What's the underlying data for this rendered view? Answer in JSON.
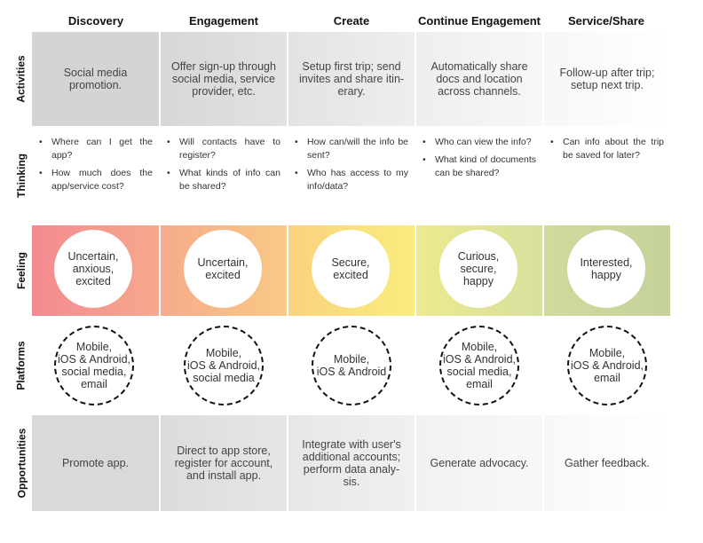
{
  "columns": [
    "Discovery",
    "Engagement",
    "Create",
    "Continue Engagement",
    "Service/Share"
  ],
  "rows": {
    "activities": "Activities",
    "thinking": "Thinking",
    "feeling": "Feeling",
    "platforms": "Platforms",
    "opportunities": "Opportunities"
  },
  "activities": [
    "Social media\npromotion.",
    "Offer sign-up through\nsocial media, service\nprovider, etc.",
    "Setup first trip; send\ninvites and share itin-\nerary.",
    "Automatically share\ndocs and location\nacross channels.",
    "Follow-up after trip;\nsetup next trip."
  ],
  "thinking": [
    [
      "Where can I get the app?",
      "How much does the app/service cost?"
    ],
    [
      "Will contacts have to register?",
      "What kinds of info can be shared?"
    ],
    [
      "How can/will the info be sent?",
      "Who has access to my info/data?"
    ],
    [
      "Who can view the info?",
      "What kind of documents can be shared?"
    ],
    [
      "Can info about the trip be saved for later?"
    ]
  ],
  "feeling": [
    "Uncertain,\nanxious,\nexcited",
    "Uncertain,\nexcited",
    "Secure,\nexcited",
    "Curious,\nsecure,\nhappy",
    "Interested,\nhappy"
  ],
  "platforms": [
    "Mobile,\niOS & Android,\nsocial media,\nemail",
    "Mobile,\niOS & Android,\nsocial media",
    "Mobile,\niOS & Android",
    "Mobile,\niOS & Android,\nsocial media,\nemail",
    "Mobile,\niOS & Android,\nemail"
  ],
  "opportunities": [
    "Promote app.",
    "Direct to app store,\nregister for account,\nand install app.",
    "Integrate with user's\nadditional accounts;\nperform data analy-\nsis.",
    "Generate advocacy.",
    "Gather feedback."
  ],
  "colors": {
    "activities_gradient": [
      "#d3d3d3",
      "#ffffff"
    ],
    "opportunities_gradient": [
      "#dadada",
      "#ffffff"
    ],
    "feeling_gradient": [
      "#f48b90",
      "#f7b88c",
      "#fbea7c",
      "#dfe39a",
      "#c9d49a"
    ]
  }
}
